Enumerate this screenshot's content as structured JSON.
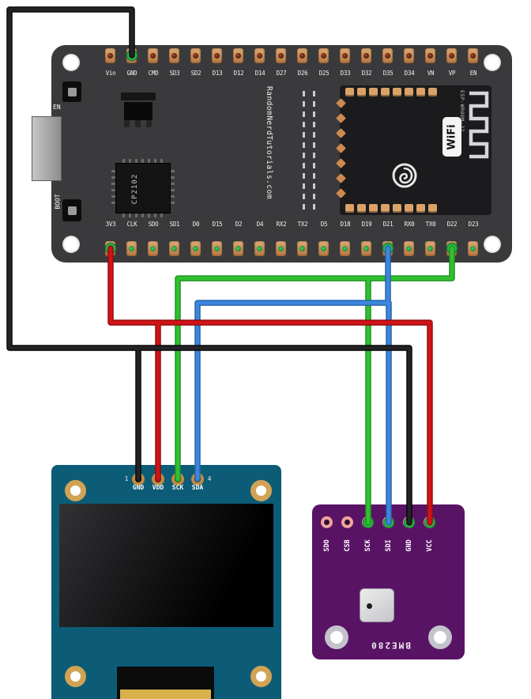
{
  "colors": {
    "esp32_board": "#3a3a3c",
    "esp32_module": "#1b1b1d",
    "oled_board": "#0d5c77",
    "bme280_board": "#591365",
    "pad_connected": "#2db84b",
    "pad_connected_ring": "#1d7f33"
  },
  "esp32": {
    "top_pins": [
      "Vin",
      "GND",
      "CMD",
      "SD3",
      "SD2",
      "D13",
      "D12",
      "D14",
      "D27",
      "D26",
      "D25",
      "D33",
      "D32",
      "D35",
      "D34",
      "VN",
      "VP",
      "EN"
    ],
    "bottom_pins": [
      "3V3",
      "CLK",
      "SDO",
      "SD1",
      "D0",
      "D15",
      "D2",
      "D4",
      "RX2",
      "TX2",
      "D5",
      "D18",
      "D19",
      "D21",
      "RX0",
      "TX0",
      "D22",
      "D23"
    ],
    "en_button_label": "EN",
    "boot_button_label": "BOOT",
    "usb_chip_label": "CP2102",
    "brand_text": "RandomNerdTutorials.com",
    "module_label": "ESP-WROOM-32",
    "wifi_badge": "WiFi"
  },
  "oled": {
    "pin_labels": [
      "GND",
      "VDD",
      "SCK",
      "SDA"
    ],
    "first_pin_number": "1",
    "last_pin_number": "4"
  },
  "bme280": {
    "pin_labels": [
      "SDO",
      "CSB",
      "SCK",
      "SDI",
      "GND",
      "VCC"
    ],
    "board_label": "BME280"
  },
  "wires": [
    {
      "name": "i2c-scl",
      "signal": "SCL (D22)",
      "color": "#2fc12f",
      "outline": "#1e8f22",
      "paths": [
        "M 572 314 L 572 352 L 225 352 L 225 606",
        "M 466 352 L 466 661"
      ],
      "pads": [
        [
          572,
          314
        ],
        [
          466,
          661
        ]
      ]
    },
    {
      "name": "i2c-sda",
      "signal": "SDA (D21)",
      "color": "#3b86dd",
      "outline": "#2660a6",
      "paths": [
        "M 491 314 L 491 383 L 250 383 L 250 606",
        "M 492 383 L 492 661"
      ],
      "pads": [
        [
          491,
          314
        ],
        [
          492,
          661
        ]
      ]
    },
    {
      "name": "power-3v3",
      "signal": "3V3",
      "color": "#cf1317",
      "outline": "#8f0d10",
      "paths": [
        "M 140 314 L 140 408 L 544 408 L 544 661",
        "M 200 408 L 200 606"
      ],
      "pads": [
        [
          140,
          314
        ],
        [
          544,
          661
        ]
      ]
    },
    {
      "name": "ground",
      "signal": "GND",
      "color": "#232327",
      "outline": "#060607",
      "paths": [
        "M 167 70 L 167 12 L 12 12 L 12 440 L 518 440 L 518 661",
        "M 175 440 L 175 606"
      ],
      "pads": [
        [
          167,
          70
        ],
        [
          518,
          661
        ]
      ]
    }
  ]
}
